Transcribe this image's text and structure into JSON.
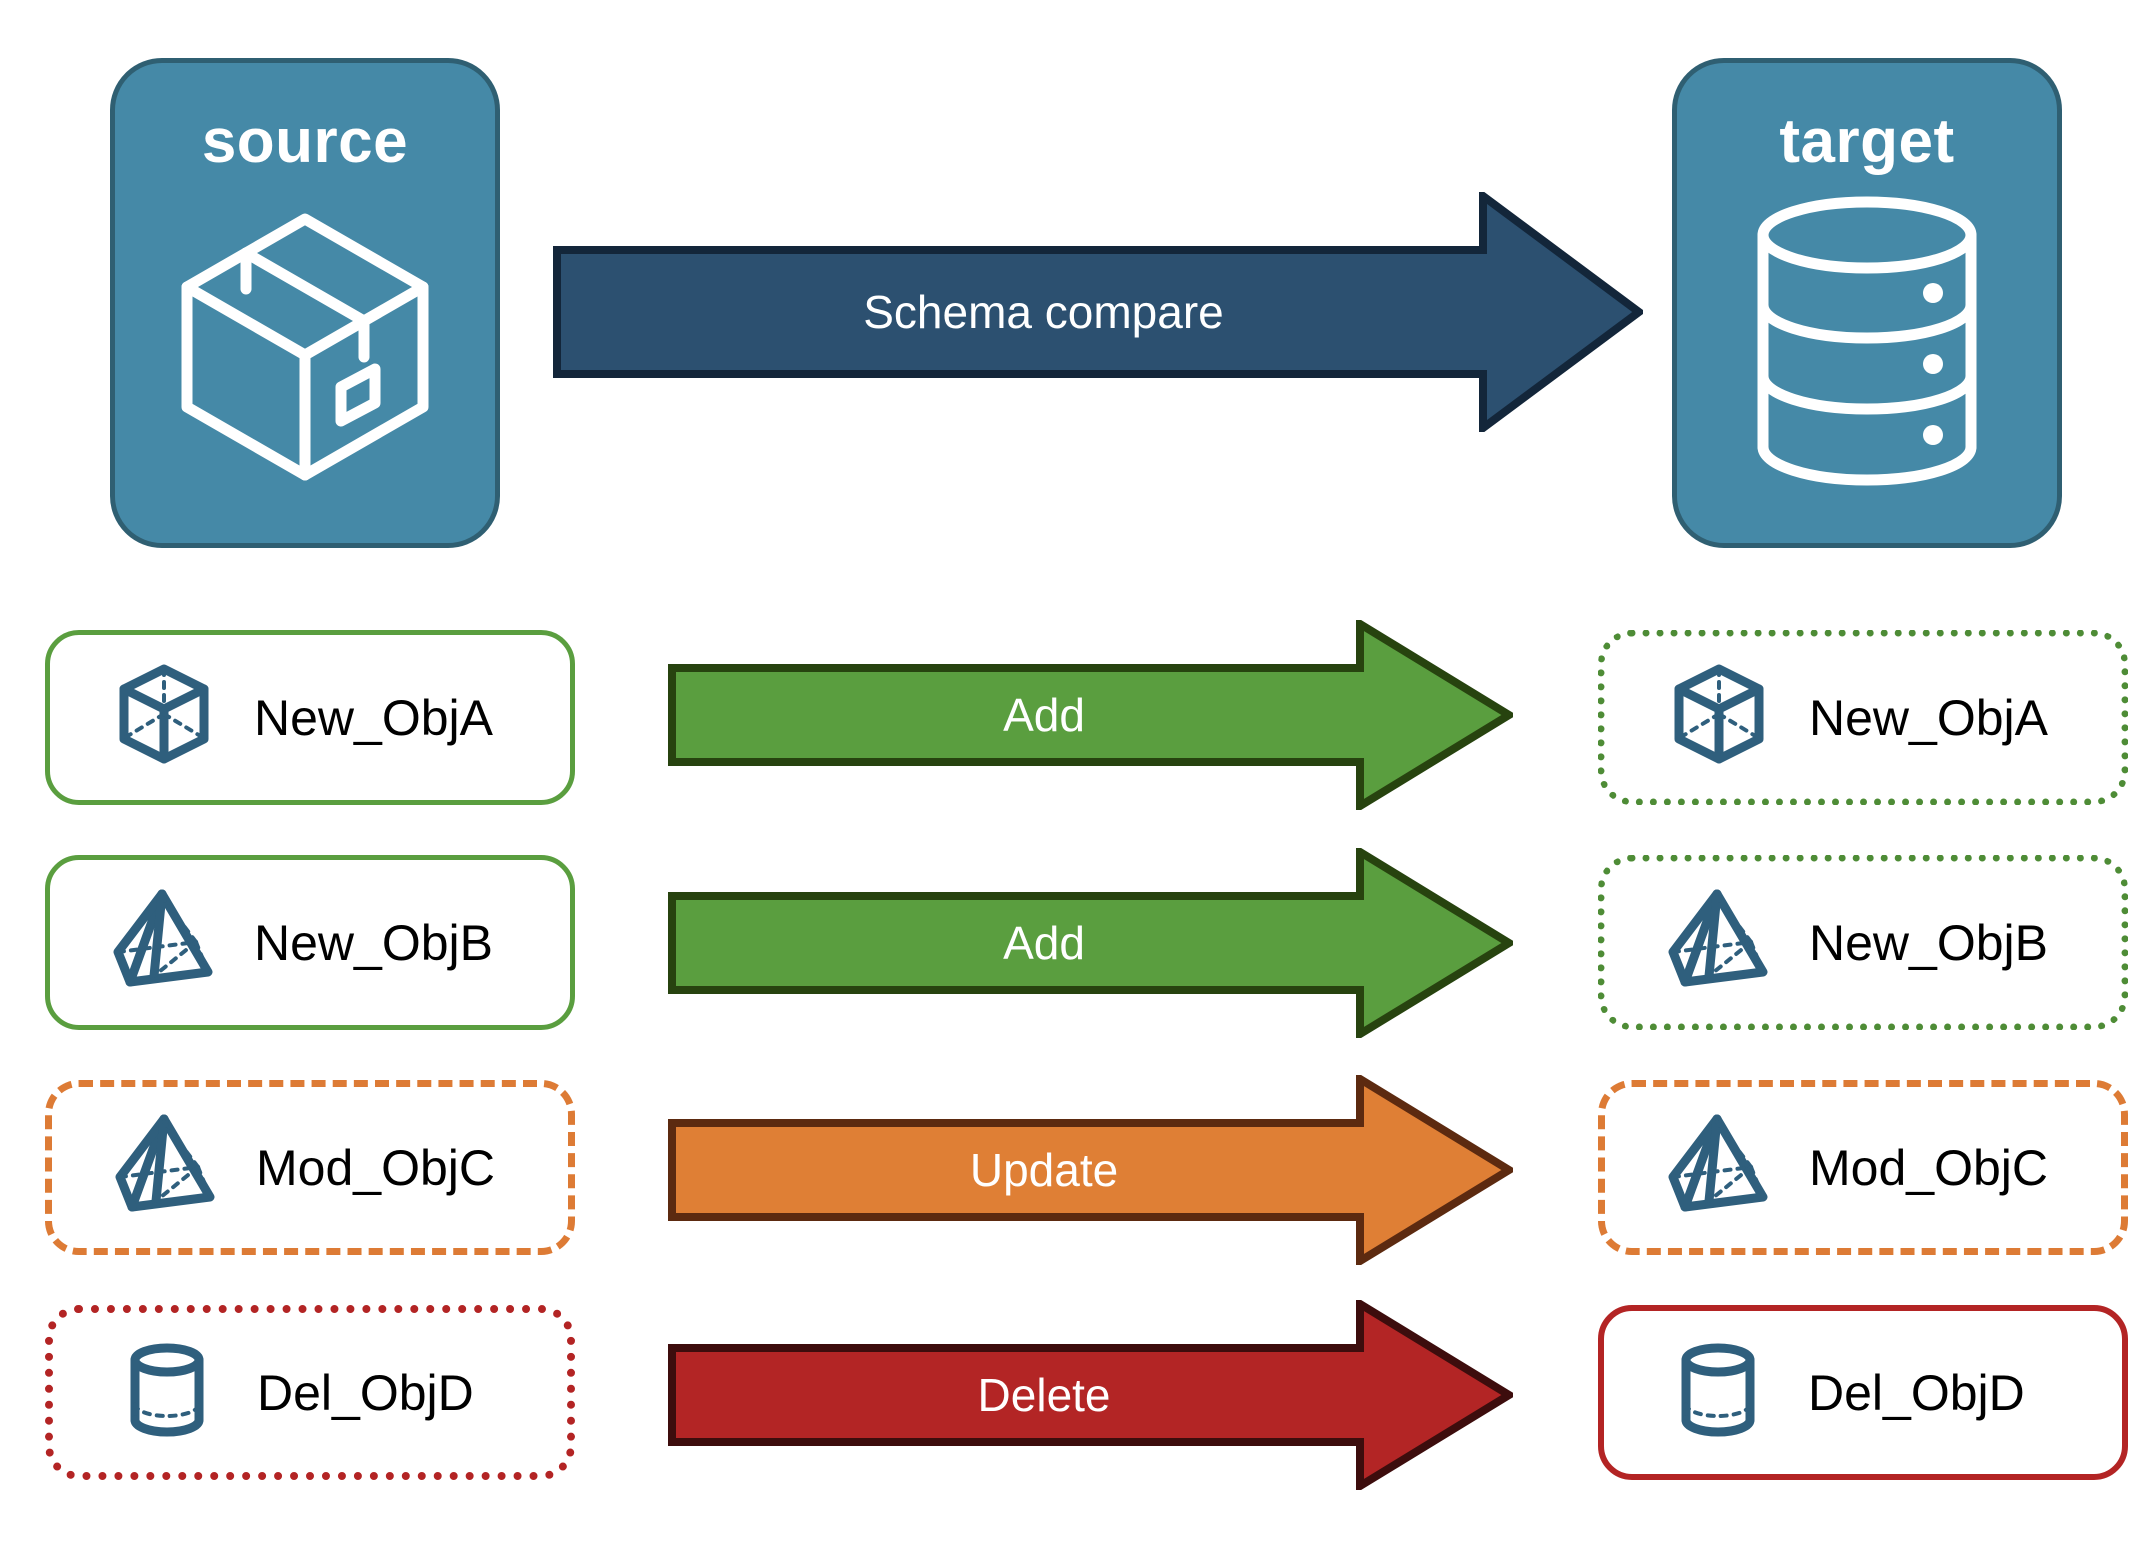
{
  "diagram": {
    "title": "Schema compare source to target",
    "endpoints": [
      {
        "id": "source",
        "label": "source",
        "icon": "package-box-icon"
      },
      {
        "id": "target",
        "label": "target",
        "icon": "database-cylinder-icon"
      }
    ],
    "main_arrow": {
      "label": "Schema compare",
      "fill": "#2c5070",
      "stroke": "#13263a"
    },
    "rows": [
      {
        "source_label": "New_ObjA",
        "source_icon": "wireframe-cube-icon",
        "source_border_style": "solid",
        "source_border_color": "#5a9e3f",
        "action": "Add",
        "arrow_fill": "#5a9e3f",
        "arrow_stroke": "#27430f",
        "target_label": "New_ObjA",
        "target_icon": "wireframe-cube-icon",
        "target_border_style": "dotted",
        "target_border_color": "#4e8c36"
      },
      {
        "source_label": "New_ObjB",
        "source_icon": "wireframe-pyramid-icon",
        "source_border_style": "solid",
        "source_border_color": "#5a9e3f",
        "action": "Add",
        "arrow_fill": "#5a9e3f",
        "arrow_stroke": "#27430f",
        "target_label": "New_ObjB",
        "target_icon": "wireframe-pyramid-icon",
        "target_border_style": "dotted",
        "target_border_color": "#4e8c36"
      },
      {
        "source_label": "Mod_ObjC",
        "source_icon": "wireframe-pyramid-icon",
        "source_border_style": "dashed",
        "source_border_color": "#dd7b35",
        "action": "Update",
        "arrow_fill": "#df7f35",
        "arrow_stroke": "#5c2a10",
        "target_label": "Mod_ObjC",
        "target_icon": "wireframe-pyramid-icon",
        "target_border_style": "dashed",
        "target_border_color": "#dd7b35"
      },
      {
        "source_label": "Del_ObjD",
        "source_icon": "wireframe-cylinder-icon",
        "source_border_style": "dotted",
        "source_border_color": "#b32424",
        "action": "Delete",
        "arrow_fill": "#b32525",
        "arrow_stroke": "#3d0d0d",
        "target_label": "Del_ObjD",
        "target_icon": "wireframe-cylinder-icon",
        "target_border_style": "solid",
        "target_border_color": "#b32424"
      }
    ],
    "colors": {
      "endpoint_fill": "#4589a7",
      "endpoint_stroke": "#2f5f72",
      "icon_stroke": "#2f5f7d",
      "canvas": "#ffffff",
      "text": "#000000",
      "arrow_text": "#ffffff"
    }
  }
}
